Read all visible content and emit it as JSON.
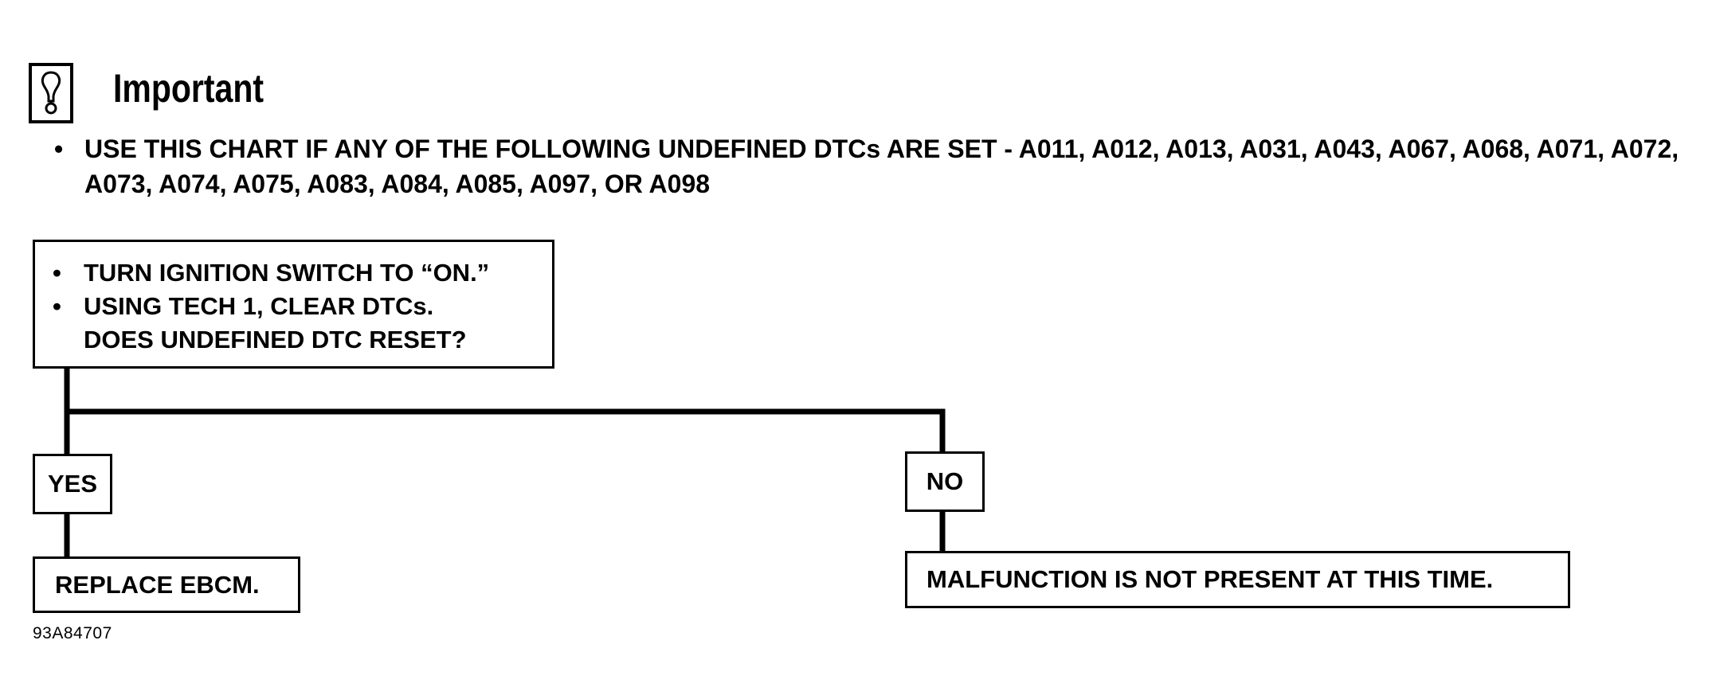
{
  "important": {
    "icon": "lightbulb-caution-icon",
    "title": "Important"
  },
  "notice": {
    "bullet": "•",
    "text": "USE THIS CHART IF ANY OF THE FOLLOWING UNDEFINED DTCs ARE SET - A011, A012, A013, A031, A043, A067, A068, A071, A072, A073, A074, A075, A083, A084, A085, A097, OR A098"
  },
  "flowchart": {
    "question": {
      "steps": [
        {
          "bullet": "•",
          "text": "TURN IGNITION SWITCH TO “ON.”"
        },
        {
          "bullet": "•",
          "text": "USING TECH 1, CLEAR DTCs."
        }
      ],
      "prompt": "DOES UNDEFINED DTC RESET?"
    },
    "yes_label": "YES",
    "no_label": "NO",
    "yes_action": "REPLACE EBCM.",
    "no_action": "MALFUNCTION IS NOT PRESENT AT THIS TIME."
  },
  "figure_id": "93A84707"
}
